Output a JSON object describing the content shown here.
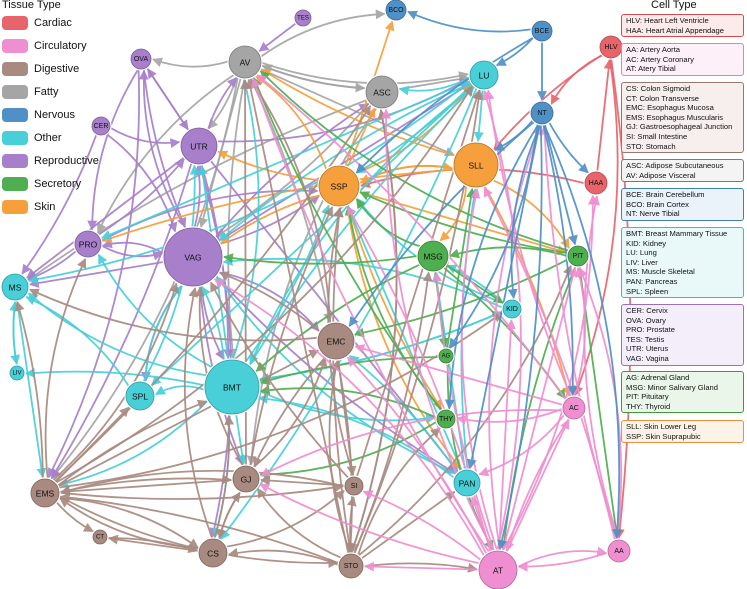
{
  "tissue_legend": {
    "title": "Tissue Type",
    "items": [
      {
        "label": "Cardiac",
        "color": "#e8646b"
      },
      {
        "label": "Circulatory",
        "color": "#ef8ed0"
      },
      {
        "label": "Digestive",
        "color": "#a98a80"
      },
      {
        "label": "Fatty",
        "color": "#a5a5a5"
      },
      {
        "label": "Nervous",
        "color": "#4f90c6"
      },
      {
        "label": "Other",
        "color": "#48cfd8"
      },
      {
        "label": "Reproductive",
        "color": "#a77fcb"
      },
      {
        "label": "Secretory",
        "color": "#4fae4f"
      },
      {
        "label": "Skin",
        "color": "#f5a03c"
      }
    ]
  },
  "cell_legend": {
    "title": "Cell Type",
    "groups": [
      {
        "color": "#d9494f",
        "bg": "#fdeaea",
        "lines": [
          "HLV: Heart Left Ventricle",
          "HAA: Heart Atrial Appendage"
        ]
      },
      {
        "color": "#e87ac8",
        "bg": "#fdf0f9",
        "lines": [
          "AA: Artery Aorta",
          "AC: Artery Coronary",
          "AT: Atery Tibial"
        ]
      },
      {
        "color": "#9a776d",
        "bg": "#f6efed",
        "lines": [
          "CS: Colon Sigmoid",
          "CT: Colon Transverse",
          "EMC: Esophagus Mucosa",
          "EMS: Esophagus Muscularis",
          "GJ: Gastroesophageal Junction",
          "SI: Small Intestine",
          "STO: Stomach"
        ]
      },
      {
        "color": "#7a7a7a",
        "bg": "#f4f4f4",
        "lines": [
          "ASC: Adipose Subcutaneous",
          "AV: Adipose Visceral"
        ]
      },
      {
        "color": "#3f7fb7",
        "bg": "#eaf2fa",
        "lines": [
          "BCE: Brain Cerebellum",
          "BCO: Brain Cortex",
          "NT: Nerve Tibial"
        ]
      },
      {
        "color": "#39bcc5",
        "bg": "#e9f9fa",
        "lines": [
          "BMT: Breast Mammary Tissue",
          "KID: Kidney",
          "LU: Lung",
          "LIV: Liver",
          "MS: Muscle Skeletal",
          "PAN: Pancreas",
          "SPL: Spleen"
        ]
      },
      {
        "color": "#9472bd",
        "bg": "#f4eefa",
        "lines": [
          "CER: Cervix",
          "OVA: Ovary",
          "PRO: Prostate",
          "TES: Testis",
          "UTR: Uterus",
          "VAG: Vagina"
        ]
      },
      {
        "color": "#3f9a3f",
        "bg": "#ebf6ea",
        "lines": [
          "AG: Adrenal Gland",
          "MSG: Minor Salivary Gland",
          "PIT: Pituitary",
          "THY: Thyroid"
        ]
      },
      {
        "color": "#e8913a",
        "bg": "#fef3e8",
        "lines": [
          "SLL: Skin Lower Leg",
          "SSP: Skin Suprapubic"
        ]
      }
    ]
  },
  "nodes": [
    {
      "id": "TES",
      "type": "Reproductive"
    },
    {
      "id": "BCO",
      "type": "Nervous"
    },
    {
      "id": "BCE",
      "type": "Nervous"
    },
    {
      "id": "HLV",
      "type": "Cardiac"
    },
    {
      "id": "OVA",
      "type": "Reproductive"
    },
    {
      "id": "AV",
      "type": "Fatty"
    },
    {
      "id": "LU",
      "type": "Other"
    },
    {
      "id": "ASC",
      "type": "Fatty"
    },
    {
      "id": "NT",
      "type": "Nervous"
    },
    {
      "id": "CER",
      "type": "Reproductive"
    },
    {
      "id": "UTR",
      "type": "Reproductive"
    },
    {
      "id": "SLL",
      "type": "Skin"
    },
    {
      "id": "HAA",
      "type": "Cardiac"
    },
    {
      "id": "SSP",
      "type": "Skin"
    },
    {
      "id": "PRO",
      "type": "Reproductive"
    },
    {
      "id": "VAG",
      "type": "Reproductive"
    },
    {
      "id": "MSG",
      "type": "Secretory"
    },
    {
      "id": "PIT",
      "type": "Secretory"
    },
    {
      "id": "MS",
      "type": "Other"
    },
    {
      "id": "KID",
      "type": "Other"
    },
    {
      "id": "EMC",
      "type": "Digestive"
    },
    {
      "id": "AG",
      "type": "Secretory"
    },
    {
      "id": "LIV",
      "type": "Other"
    },
    {
      "id": "SPL",
      "type": "Other"
    },
    {
      "id": "BMT",
      "type": "Other"
    },
    {
      "id": "THY",
      "type": "Secretory"
    },
    {
      "id": "AC",
      "type": "Circulatory"
    },
    {
      "id": "GJ",
      "type": "Digestive"
    },
    {
      "id": "SI",
      "type": "Digestive"
    },
    {
      "id": "PAN",
      "type": "Other"
    },
    {
      "id": "EMS",
      "type": "Digestive"
    },
    {
      "id": "CT",
      "type": "Digestive"
    },
    {
      "id": "CS",
      "type": "Digestive"
    },
    {
      "id": "STO",
      "type": "Digestive"
    },
    {
      "id": "AT",
      "type": "Circulatory"
    },
    {
      "id": "AA",
      "type": "Circulatory"
    }
  ],
  "edges": [
    [
      "BCE",
      "BCO"
    ],
    [
      "BCE",
      "LU"
    ],
    [
      "BCE",
      "NT"
    ],
    [
      "NT",
      "HAA"
    ],
    [
      "HLV",
      "NT"
    ],
    [
      "HLV",
      "AC"
    ],
    [
      "HLV",
      "AA"
    ],
    [
      "HAA",
      "HLV"
    ],
    [
      "HLV",
      "SLL"
    ],
    [
      "HAA",
      "SSP"
    ],
    [
      "AV",
      "OVA"
    ],
    [
      "AV",
      "UTR"
    ],
    [
      "AV",
      "VAG"
    ],
    [
      "AV",
      "ASC"
    ],
    [
      "AV",
      "LU"
    ],
    [
      "AV",
      "BCO"
    ],
    [
      "ASC",
      "AV"
    ],
    [
      "ASC",
      "LU"
    ],
    [
      "AV",
      "BMT"
    ],
    [
      "AV",
      "PRO"
    ],
    [
      "AV",
      "EMS"
    ],
    [
      "AV",
      "EMC"
    ],
    [
      "AV",
      "SLL"
    ],
    [
      "ASC",
      "MS"
    ],
    [
      "ASC",
      "GJ"
    ],
    [
      "ASC",
      "STO"
    ],
    [
      "ASC",
      "VAG"
    ],
    [
      "OVA",
      "UTR"
    ],
    [
      "OVA",
      "VAG"
    ],
    [
      "CER",
      "UTR"
    ],
    [
      "CER",
      "VAG"
    ],
    [
      "CER",
      "MS"
    ],
    [
      "TES",
      "AV"
    ],
    [
      "PRO",
      "UTR"
    ],
    [
      "PRO",
      "VAG"
    ],
    [
      "PRO",
      "SSP"
    ],
    [
      "UTR",
      "AV"
    ],
    [
      "UTR",
      "OVA"
    ],
    [
      "VAG",
      "UTR"
    ],
    [
      "VAG",
      "PRO"
    ],
    [
      "VAG",
      "OVA"
    ],
    [
      "VAG",
      "ASC"
    ],
    [
      "VAG",
      "LU"
    ],
    [
      "VAG",
      "SSP"
    ],
    [
      "UTR",
      "LU"
    ],
    [
      "UTR",
      "CS"
    ],
    [
      "UTR",
      "EMS"
    ],
    [
      "VAG",
      "MS"
    ],
    [
      "VAG",
      "BMT"
    ],
    [
      "VAG",
      "SPL"
    ],
    [
      "VAG",
      "EMC"
    ],
    [
      "UTR",
      "BMT"
    ],
    [
      "UTR",
      "MS"
    ],
    [
      "VAG",
      "GJ"
    ],
    [
      "OVA",
      "PRO"
    ],
    [
      "OVA",
      "EMS"
    ],
    [
      "PRO",
      "MS"
    ],
    [
      "UTR",
      "PAN"
    ],
    [
      "VAG",
      "PAN"
    ],
    [
      "SSP",
      "AV"
    ],
    [
      "SSP",
      "SLL"
    ],
    [
      "SSP",
      "UTR"
    ],
    [
      "SSP",
      "PIT"
    ],
    [
      "SSP",
      "VAG"
    ],
    [
      "SLL",
      "SSP"
    ],
    [
      "SLL",
      "PIT"
    ],
    [
      "SLL",
      "AC"
    ],
    [
      "SSP",
      "BCO"
    ],
    [
      "SSP",
      "THY"
    ],
    [
      "SSP",
      "LU"
    ],
    [
      "SLL",
      "MSG"
    ],
    [
      "SLL",
      "AV"
    ],
    [
      "SSP",
      "ASC"
    ],
    [
      "SLL",
      "PRO"
    ],
    [
      "SSP",
      "PAN"
    ],
    [
      "LU",
      "ASC"
    ],
    [
      "LU",
      "SSP"
    ],
    [
      "LU",
      "SLL"
    ],
    [
      "LU",
      "VAG"
    ],
    [
      "LU",
      "BMT"
    ],
    [
      "LU",
      "MS"
    ],
    [
      "LU",
      "CS"
    ],
    [
      "LU",
      "PRO"
    ],
    [
      "BMT",
      "VAG"
    ],
    [
      "BMT",
      "AV"
    ],
    [
      "BMT",
      "MS"
    ],
    [
      "BMT",
      "LU"
    ],
    [
      "BMT",
      "UTR"
    ],
    [
      "BMT",
      "SSP"
    ],
    [
      "BMT",
      "SPL"
    ],
    [
      "BMT",
      "EMS"
    ],
    [
      "BMT",
      "CS"
    ],
    [
      "BMT",
      "GJ"
    ],
    [
      "BMT",
      "LIV"
    ],
    [
      "SPL",
      "MS"
    ],
    [
      "SPL",
      "VAG"
    ],
    [
      "LIV",
      "MS"
    ],
    [
      "MS",
      "EMS"
    ],
    [
      "MS",
      "LIV"
    ],
    [
      "KID",
      "VAG"
    ],
    [
      "KID",
      "SSP"
    ],
    [
      "KID",
      "BMT"
    ],
    [
      "PAN",
      "SSP"
    ],
    [
      "PAN",
      "EMC"
    ],
    [
      "PAN",
      "BMT"
    ],
    [
      "PAN",
      "VAG"
    ],
    [
      "PAN",
      "SLL"
    ],
    [
      "PAN",
      "MSG"
    ],
    [
      "KID",
      "MSG"
    ],
    [
      "SPL",
      "UTR"
    ],
    [
      "BMT",
      "PRO"
    ],
    [
      "PIT",
      "SSP"
    ],
    [
      "LU",
      "SPL"
    ],
    [
      "BMT",
      "KID"
    ],
    [
      "BMT",
      "THY"
    ],
    [
      "MSG",
      "SSP"
    ],
    [
      "MSG",
      "VAG"
    ],
    [
      "MSG",
      "KID"
    ],
    [
      "MSG",
      "BMT"
    ],
    [
      "PIT",
      "MSG"
    ],
    [
      "PIT",
      "AV"
    ],
    [
      "PIT",
      "EMC"
    ],
    [
      "PIT",
      "AA"
    ],
    [
      "PIT",
      "AT"
    ],
    [
      "THY",
      "BMT"
    ],
    [
      "THY",
      "SSP"
    ],
    [
      "THY",
      "AV"
    ],
    [
      "AG",
      "SLL"
    ],
    [
      "AG",
      "BMT"
    ],
    [
      "AG",
      "AT"
    ],
    [
      "THY",
      "GJ"
    ],
    [
      "MSG",
      "AC"
    ],
    [
      "MSG",
      "AG"
    ],
    [
      "EMS",
      "MS"
    ],
    [
      "EMS",
      "VAG"
    ],
    [
      "EMS",
      "CS"
    ],
    [
      "EMS",
      "GJ"
    ],
    [
      "EMS",
      "EMC"
    ],
    [
      "EMS",
      "CT"
    ],
    [
      "EMS",
      "LU"
    ],
    [
      "EMS",
      "PRO"
    ],
    [
      "EMS",
      "BMT"
    ],
    [
      "EMS",
      "SPL"
    ],
    [
      "EMS",
      "ASC"
    ],
    [
      "EMS",
      "STO"
    ],
    [
      "CS",
      "EMS"
    ],
    [
      "CS",
      "GJ"
    ],
    [
      "CS",
      "CT"
    ],
    [
      "CS",
      "BMT"
    ],
    [
      "CS",
      "SI"
    ],
    [
      "CS",
      "VAG"
    ],
    [
      "CT",
      "CS"
    ],
    [
      "GJ",
      "EMS"
    ],
    [
      "GJ",
      "CS"
    ],
    [
      "GJ",
      "EMC"
    ],
    [
      "GJ",
      "VAG"
    ],
    [
      "GJ",
      "SSP"
    ],
    [
      "GJ",
      "AV"
    ],
    [
      "STO",
      "EMS"
    ],
    [
      "STO",
      "CS"
    ],
    [
      "STO",
      "GJ"
    ],
    [
      "STO",
      "SI"
    ],
    [
      "STO",
      "PAN"
    ],
    [
      "STO",
      "LU"
    ],
    [
      "STO",
      "ASC"
    ],
    [
      "STO",
      "EMC"
    ],
    [
      "STO",
      "SSP"
    ],
    [
      "STO",
      "AV"
    ],
    [
      "STO",
      "MSG"
    ],
    [
      "SI",
      "EMS"
    ],
    [
      "SI",
      "SSP"
    ],
    [
      "SI",
      "VAG"
    ],
    [
      "SI",
      "GJ"
    ],
    [
      "EMC",
      "VAG"
    ],
    [
      "EMC",
      "AV"
    ],
    [
      "EMC",
      "MS"
    ],
    [
      "EMC",
      "STO"
    ],
    [
      "EMC",
      "SI"
    ],
    [
      "EMC",
      "GJ"
    ],
    [
      "STO",
      "PIT"
    ],
    [
      "STO",
      "THY"
    ],
    [
      "STO",
      "AT"
    ],
    [
      "SI",
      "LU"
    ],
    [
      "EMS",
      "SI"
    ],
    [
      "EMS",
      "KID"
    ],
    [
      "AT",
      "AA"
    ],
    [
      "AA",
      "AT"
    ],
    [
      "AT",
      "AC"
    ],
    [
      "AC",
      "AT"
    ],
    [
      "AT",
      "HAA"
    ],
    [
      "AT",
      "SLL"
    ],
    [
      "AT",
      "GJ"
    ],
    [
      "AT",
      "PAN"
    ],
    [
      "AT",
      "SSP"
    ],
    [
      "AT",
      "VAG"
    ],
    [
      "AT",
      "NT"
    ],
    [
      "AT",
      "AV"
    ],
    [
      "AT",
      "STO"
    ],
    [
      "AT",
      "EMC"
    ],
    [
      "AT",
      "LU"
    ],
    [
      "AT",
      "ASC"
    ],
    [
      "AT",
      "MSG"
    ],
    [
      "AT",
      "KID"
    ],
    [
      "AC",
      "AV"
    ],
    [
      "AC",
      "GJ"
    ],
    [
      "AC",
      "PAN"
    ],
    [
      "AC",
      "LU"
    ],
    [
      "AC",
      "EMC"
    ],
    [
      "AA",
      "SLL"
    ],
    [
      "AA",
      "PIT"
    ],
    [
      "AA",
      "HAA"
    ],
    [
      "AA",
      "NT"
    ],
    [
      "AT",
      "PIT"
    ],
    [
      "AT",
      "SI"
    ],
    [
      "AC",
      "PIT"
    ],
    [
      "AC",
      "THY"
    ],
    [
      "NT",
      "SLL"
    ],
    [
      "NT",
      "PAN"
    ],
    [
      "NT",
      "EMC"
    ],
    [
      "NT",
      "THY"
    ],
    [
      "NT",
      "AA"
    ],
    [
      "NT",
      "AT"
    ],
    [
      "NT",
      "PIT"
    ],
    [
      "BCE",
      "SSP"
    ],
    [
      "NT",
      "KID"
    ],
    [
      "NT",
      "AG"
    ],
    [
      "NT",
      "AC"
    ]
  ]
}
